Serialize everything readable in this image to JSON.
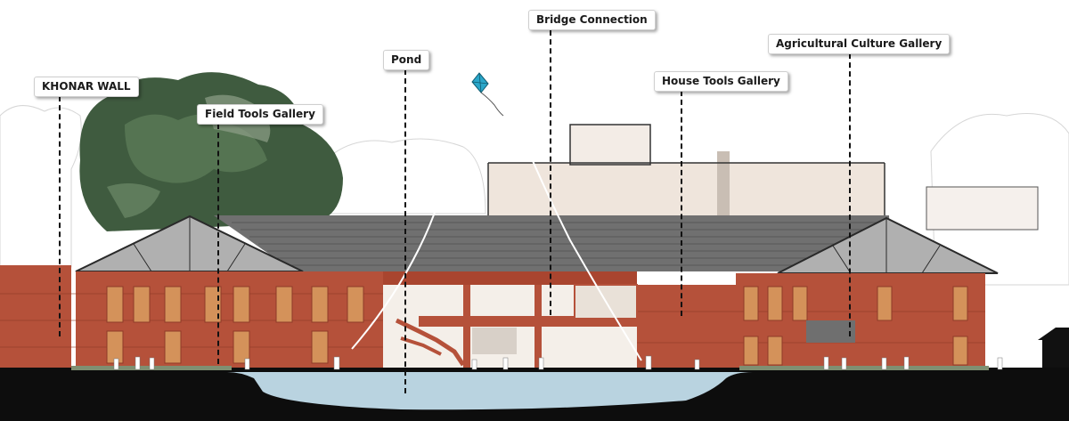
{
  "labels": {
    "khonar_wall": "KHONAR WALL",
    "field_tools_gallery": "Field Tools Gallery",
    "pond": "Pond",
    "bridge_connection": "Bridge Connection",
    "house_tools_gallery": "House Tools Gallery",
    "agricultural_culture_gallery": "Agricultural Culture Gallery"
  },
  "colors": {
    "brick": "#b5513a",
    "brick_dark": "#8e3a28",
    "roof": "#707070",
    "roof_dark": "#4e4e4e",
    "ground": "#0d0d0d",
    "water": "#b9d3e0",
    "tree": "#3f5b3f",
    "background_block": "#efe5dc",
    "kite": "#2aa6c9"
  }
}
